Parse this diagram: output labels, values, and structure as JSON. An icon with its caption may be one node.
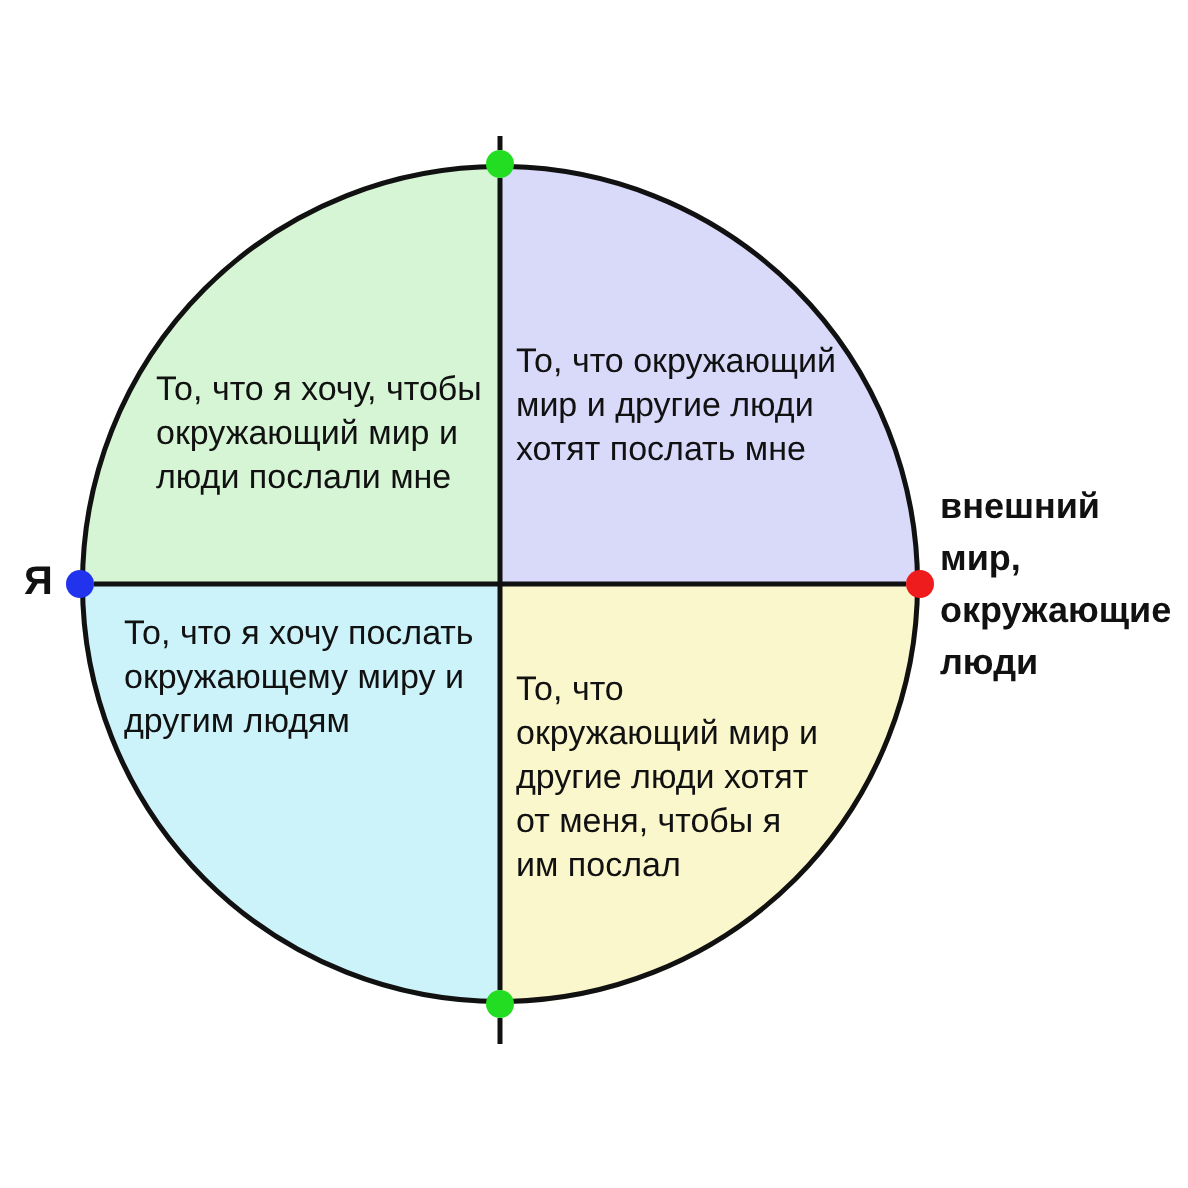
{
  "diagram": {
    "nodes": [
      {
        "text": [],
        "shape": "circle"
      },
      {
        "text": [
          "То, что я хочу, чтобы окружающий мир и люди послали мне"
        ],
        "in": 0
      },
      {
        "text": [
          "То, что окружающий мир и другие люди хотят послать мне"
        ],
        "in": 0
      },
      {
        "text": [
          "То, что я хочу послать окружающему миру и другим людям"
        ],
        "in": 0
      },
      {
        "text": [
          "То, что окружающий мир и другие люди хотят от меня, чтобы я им послал"
        ],
        "in": 0
      },
      {
        "text": [],
        "shape": "circle"
      },
      {
        "text": [],
        "shape": "circle",
        "beside": [
          "Я"
        ]
      },
      {
        "text": [],
        "shape": "circle",
        "beside": [
          "внешний мир, окружающие люди"
        ]
      },
      {
        "text": [],
        "shape": "circle"
      }
    ],
    "edges": [
      {
        "from": 6,
        "to": 7,
        "arrow": "none"
      },
      {
        "from": 5,
        "to": 8,
        "arrow": "none"
      }
    ]
  }
}
